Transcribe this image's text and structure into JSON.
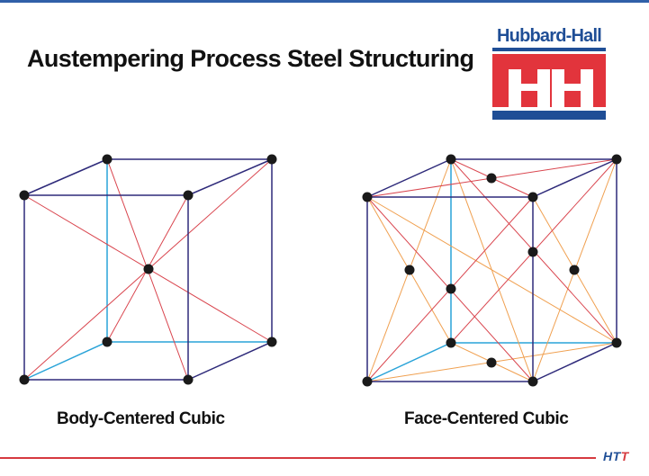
{
  "slide": {
    "title": "Austempering Process Steel Structuring",
    "logo_text": "Hubbard-Hall",
    "footer_logo_prefix": "HT",
    "footer_logo_suffix": "T"
  },
  "diagrams": {
    "left_caption": "Body-Centered Cubic",
    "right_caption": "Face-Centered Cubic"
  },
  "colors": {
    "edge": "#2e2a7a",
    "inner_edge": "#29a3d8",
    "body_diagonal": "#d9454e",
    "face_diagonal": "#f0a050",
    "atom": "#1a1a1a",
    "brand_blue": "#1f4e96",
    "brand_red": "#e2343c",
    "accent_line": "#d63a3f"
  }
}
